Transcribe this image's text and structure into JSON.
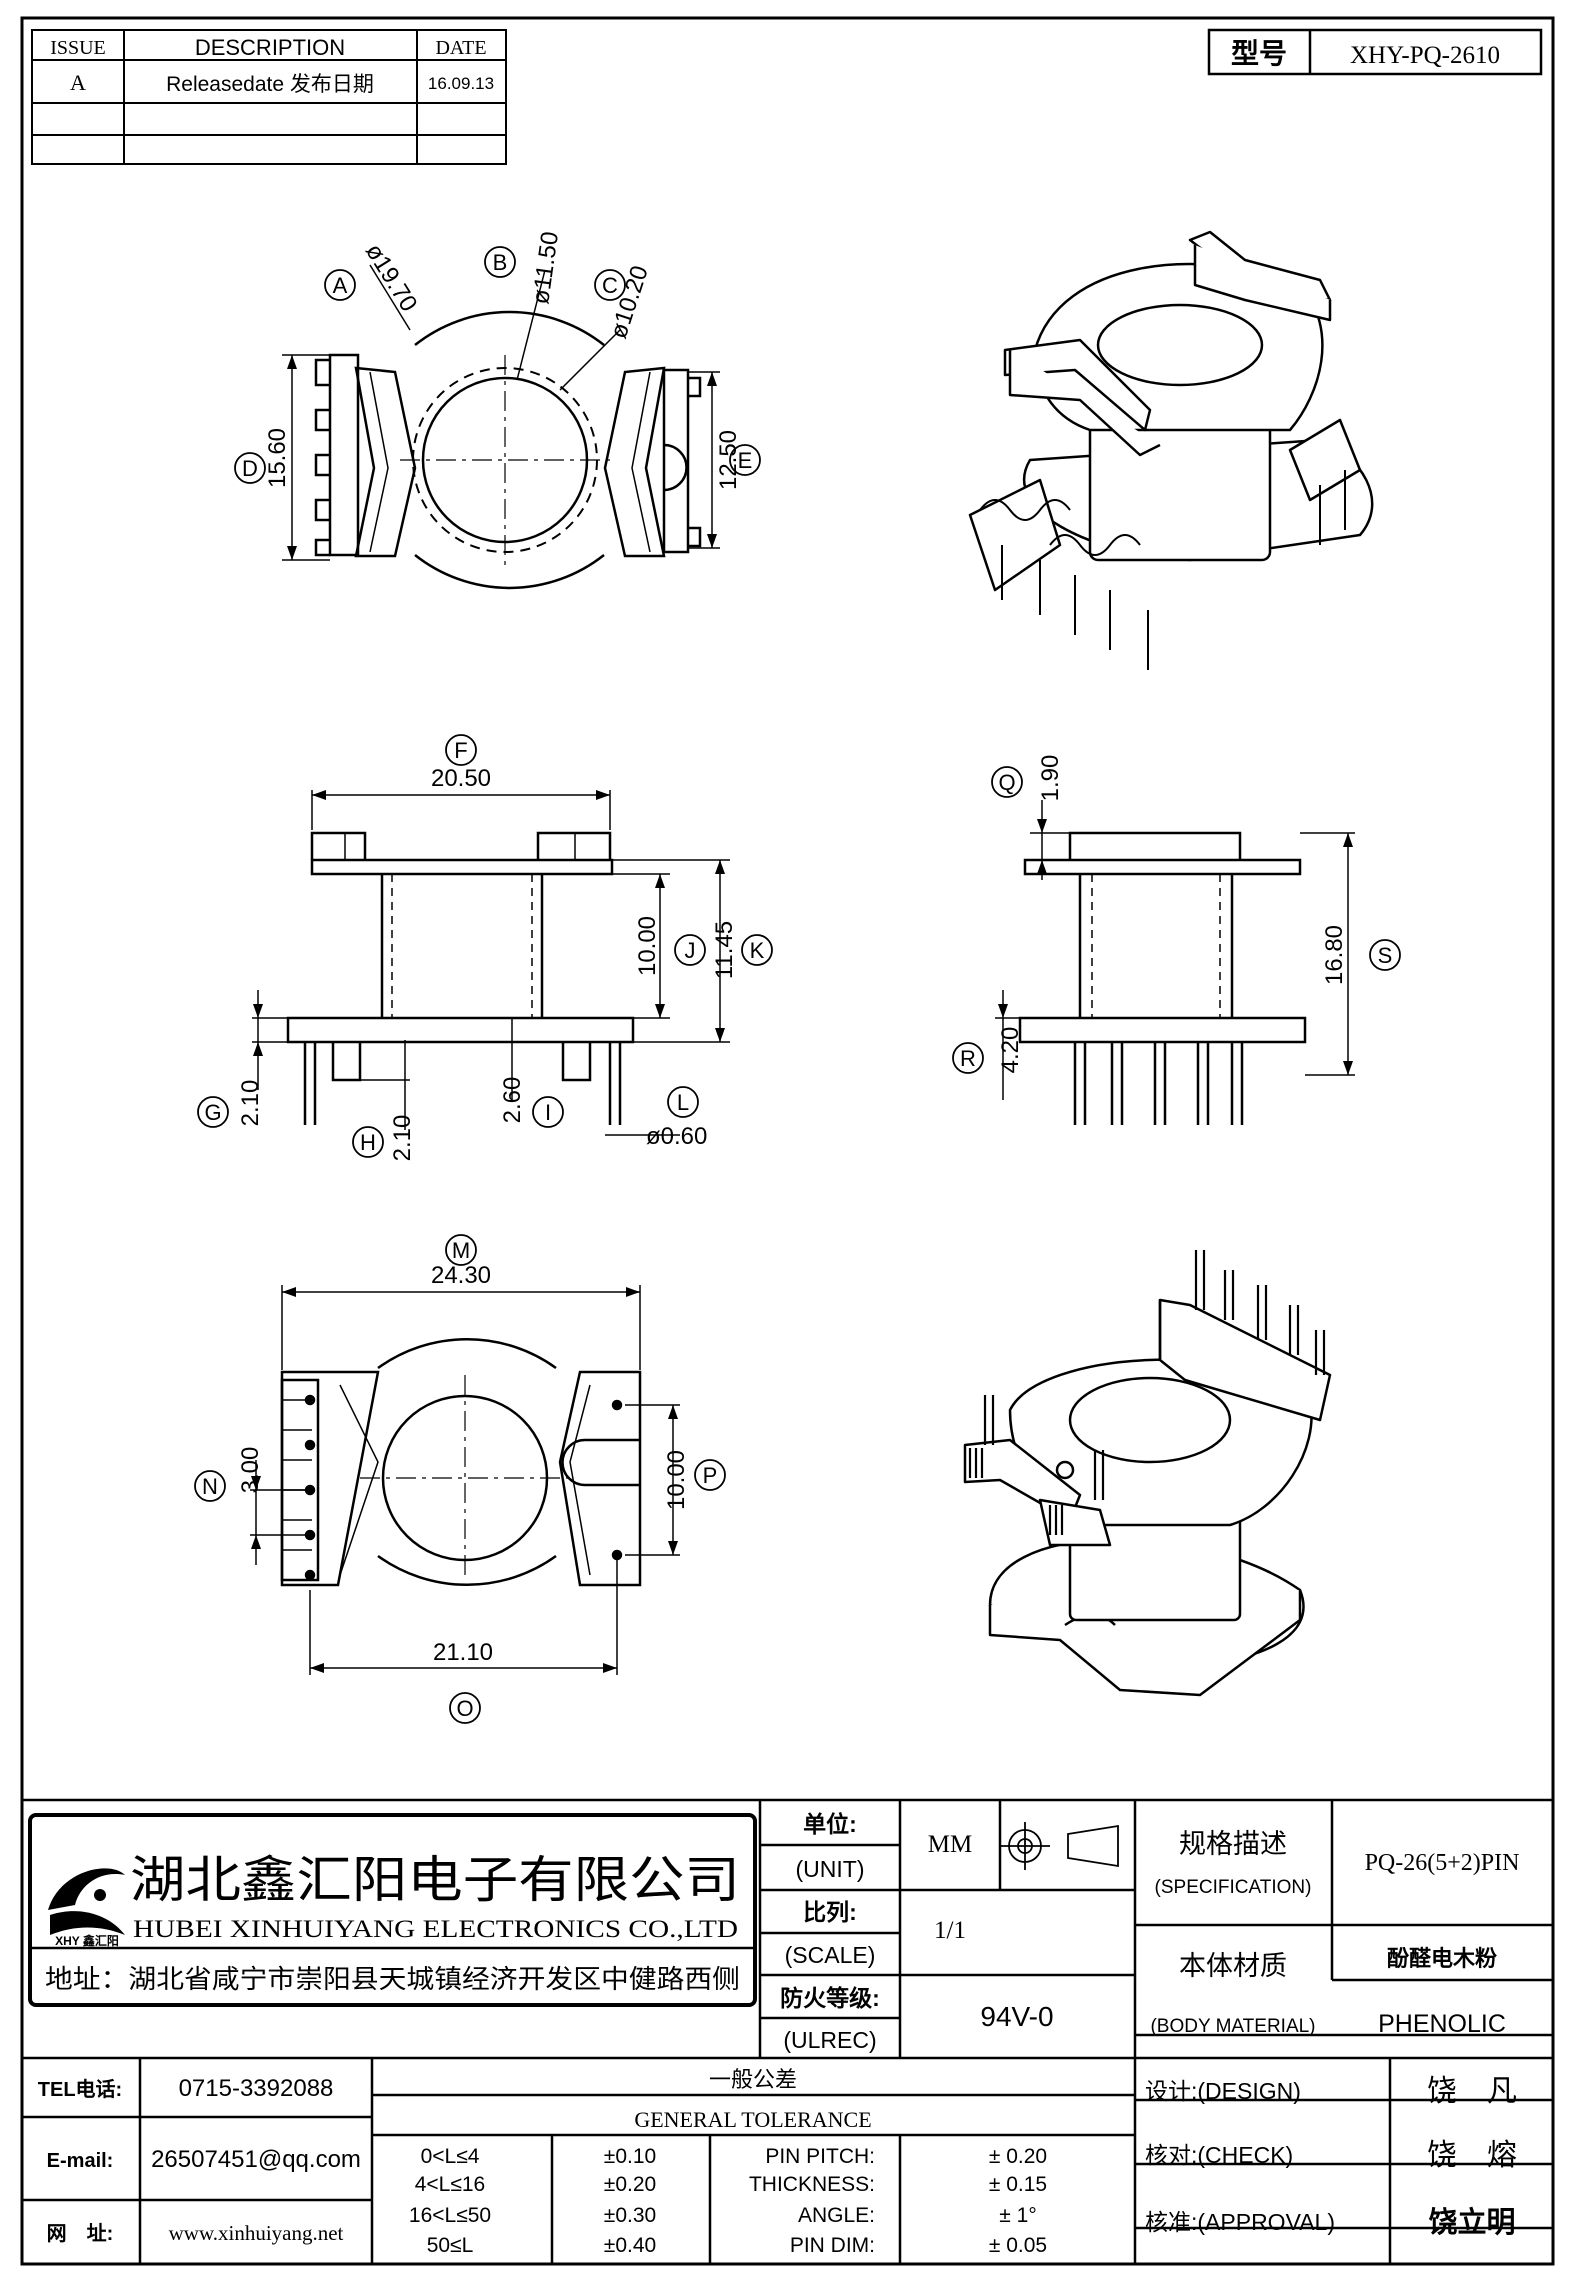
{
  "revision_table": {
    "headers": [
      "ISSUE",
      "DESCRIPTION",
      "DATE"
    ],
    "rows": [
      {
        "issue": "A",
        "description": "Releasedate 发布日期",
        "date": "16.09.13"
      },
      {
        "issue": "",
        "description": "",
        "date": ""
      },
      {
        "issue": "",
        "description": "",
        "date": ""
      }
    ]
  },
  "model": {
    "label": "型号",
    "value": "XHY-PQ-2610"
  },
  "top_view": {
    "callouts": [
      "A",
      "B",
      "C",
      "D",
      "E"
    ],
    "dims": {
      "A": "ø19.70",
      "B": "ø11.50",
      "C": "ø10.20",
      "D": "15.60",
      "E": "12.50"
    }
  },
  "front_view": {
    "callouts": [
      "F",
      "G",
      "H",
      "I",
      "J",
      "K",
      "L"
    ],
    "dims": {
      "F": "20.50",
      "G": "2.10",
      "H": "2.10",
      "I": "2.60",
      "J": "10.00",
      "K": "11.45",
      "L": "ø0.60"
    }
  },
  "side_view": {
    "callouts": [
      "Q",
      "R",
      "S"
    ],
    "dims": {
      "Q": "1.90",
      "R": "4.20",
      "S": "16.80"
    }
  },
  "bottom_view": {
    "callouts": [
      "M",
      "N",
      "P",
      "O"
    ],
    "dims": {
      "M": "24.30",
      "N": "3.00",
      "P": "10.00",
      "O": "21.10"
    }
  },
  "title_block": {
    "company_cn": "湖北鑫汇阳电子有限公司",
    "company_en": "HUBEI XINHUIYANG ELECTRONICS CO.,LTD",
    "logo_text": "XHY 鑫汇阳",
    "address": "地址：湖北省咸宁市崇阳县天城镇经济开发区中健路西侧",
    "unit_label": "单位:",
    "unit_label_en": "(UNIT)",
    "unit_value": "MM",
    "scale_label": "比列:",
    "scale_label_en": "(SCALE)",
    "scale_value": "1/1",
    "fire_label": "防火等级:",
    "fire_label_en": "(ULREC)",
    "fire_value": "94V-0",
    "spec_label": "规格描述",
    "spec_label_en": "(SPECIFICATION)",
    "spec_value": "PQ-26(5+2)PIN",
    "material_label": "本体材质",
    "material_label_en": "(BODY MATERIAL)",
    "material_value_cn": "酚醛电木粉",
    "material_value_en": "PHENOLIC"
  },
  "contact": {
    "tel_label": "TEL电话:",
    "tel": "0715-3392088",
    "email_label": "E-mail:",
    "email": "26507451@qq.com",
    "web_label": "网　址:",
    "web": "www.xinhuiyang.net"
  },
  "tolerance": {
    "title_cn": "一般公差",
    "title_en": "GENERAL TOLERANCE",
    "ranges": [
      {
        "range": "0<L≤4",
        "tol": "±0.10"
      },
      {
        "range": "4<L≤16",
        "tol": "±0.20"
      },
      {
        "range": "16<L≤50",
        "tol": "±0.30"
      },
      {
        "range": "50≤L",
        "tol": "±0.40"
      }
    ],
    "params": [
      {
        "name": "PIN PITCH:",
        "value": "±  0.20"
      },
      {
        "name": "THICKNESS:",
        "value": "±  0.15"
      },
      {
        "name": "ANGLE:",
        "value": "±  1°"
      },
      {
        "name": "PIN DIM:",
        "value": "±  0.05"
      }
    ]
  },
  "signoff": [
    {
      "label": "设计:(DESIGN)",
      "name": "饶　凡"
    },
    {
      "label": "核对:(CHECK)",
      "name": "饶　熔"
    },
    {
      "label": "核准:(APPROVAL)",
      "name": "饶立明"
    }
  ]
}
